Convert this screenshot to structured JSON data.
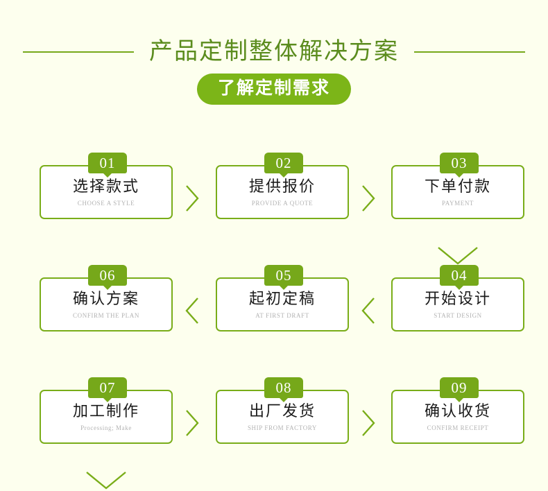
{
  "header": {
    "title": "产品定制整体解决方案",
    "button_label": "了解定制需求"
  },
  "colors": {
    "background": "#fdffee",
    "title_green": "#5b8c1e",
    "accent_green": "#7cb518",
    "tab_green": "#76a81a",
    "border_green": "#79ad18",
    "box_fill": "#ffffff",
    "subtitle_gray": "#b3b3b3"
  },
  "flow": {
    "rows": [
      {
        "direction": "left-to-right",
        "steps": [
          {
            "number": "01",
            "title": "选择款式",
            "subtitle": "CHOOSE A STYLE"
          },
          {
            "number": "02",
            "title": "提供报价",
            "subtitle": "PROVIDE A QUOTE"
          },
          {
            "number": "03",
            "title": "下单付款",
            "subtitle": "PAYMENT"
          }
        ]
      },
      {
        "direction": "right-to-left",
        "steps": [
          {
            "number": "06",
            "title": "确认方案",
            "subtitle": "CONFIRM THE PLAN"
          },
          {
            "number": "05",
            "title": "起初定稿",
            "subtitle": "AT FIRST DRAFT"
          },
          {
            "number": "04",
            "title": "开始设计",
            "subtitle": "START DESIGN"
          }
        ]
      },
      {
        "direction": "left-to-right",
        "steps": [
          {
            "number": "07",
            "title": "加工制作",
            "subtitle": "Processing; Make"
          },
          {
            "number": "08",
            "title": "出厂发货",
            "subtitle": "SHIP FROM FACTORY"
          },
          {
            "number": "09",
            "title": "确认收货",
            "subtitle": "CONFIRM RECEIPT"
          }
        ]
      }
    ]
  }
}
